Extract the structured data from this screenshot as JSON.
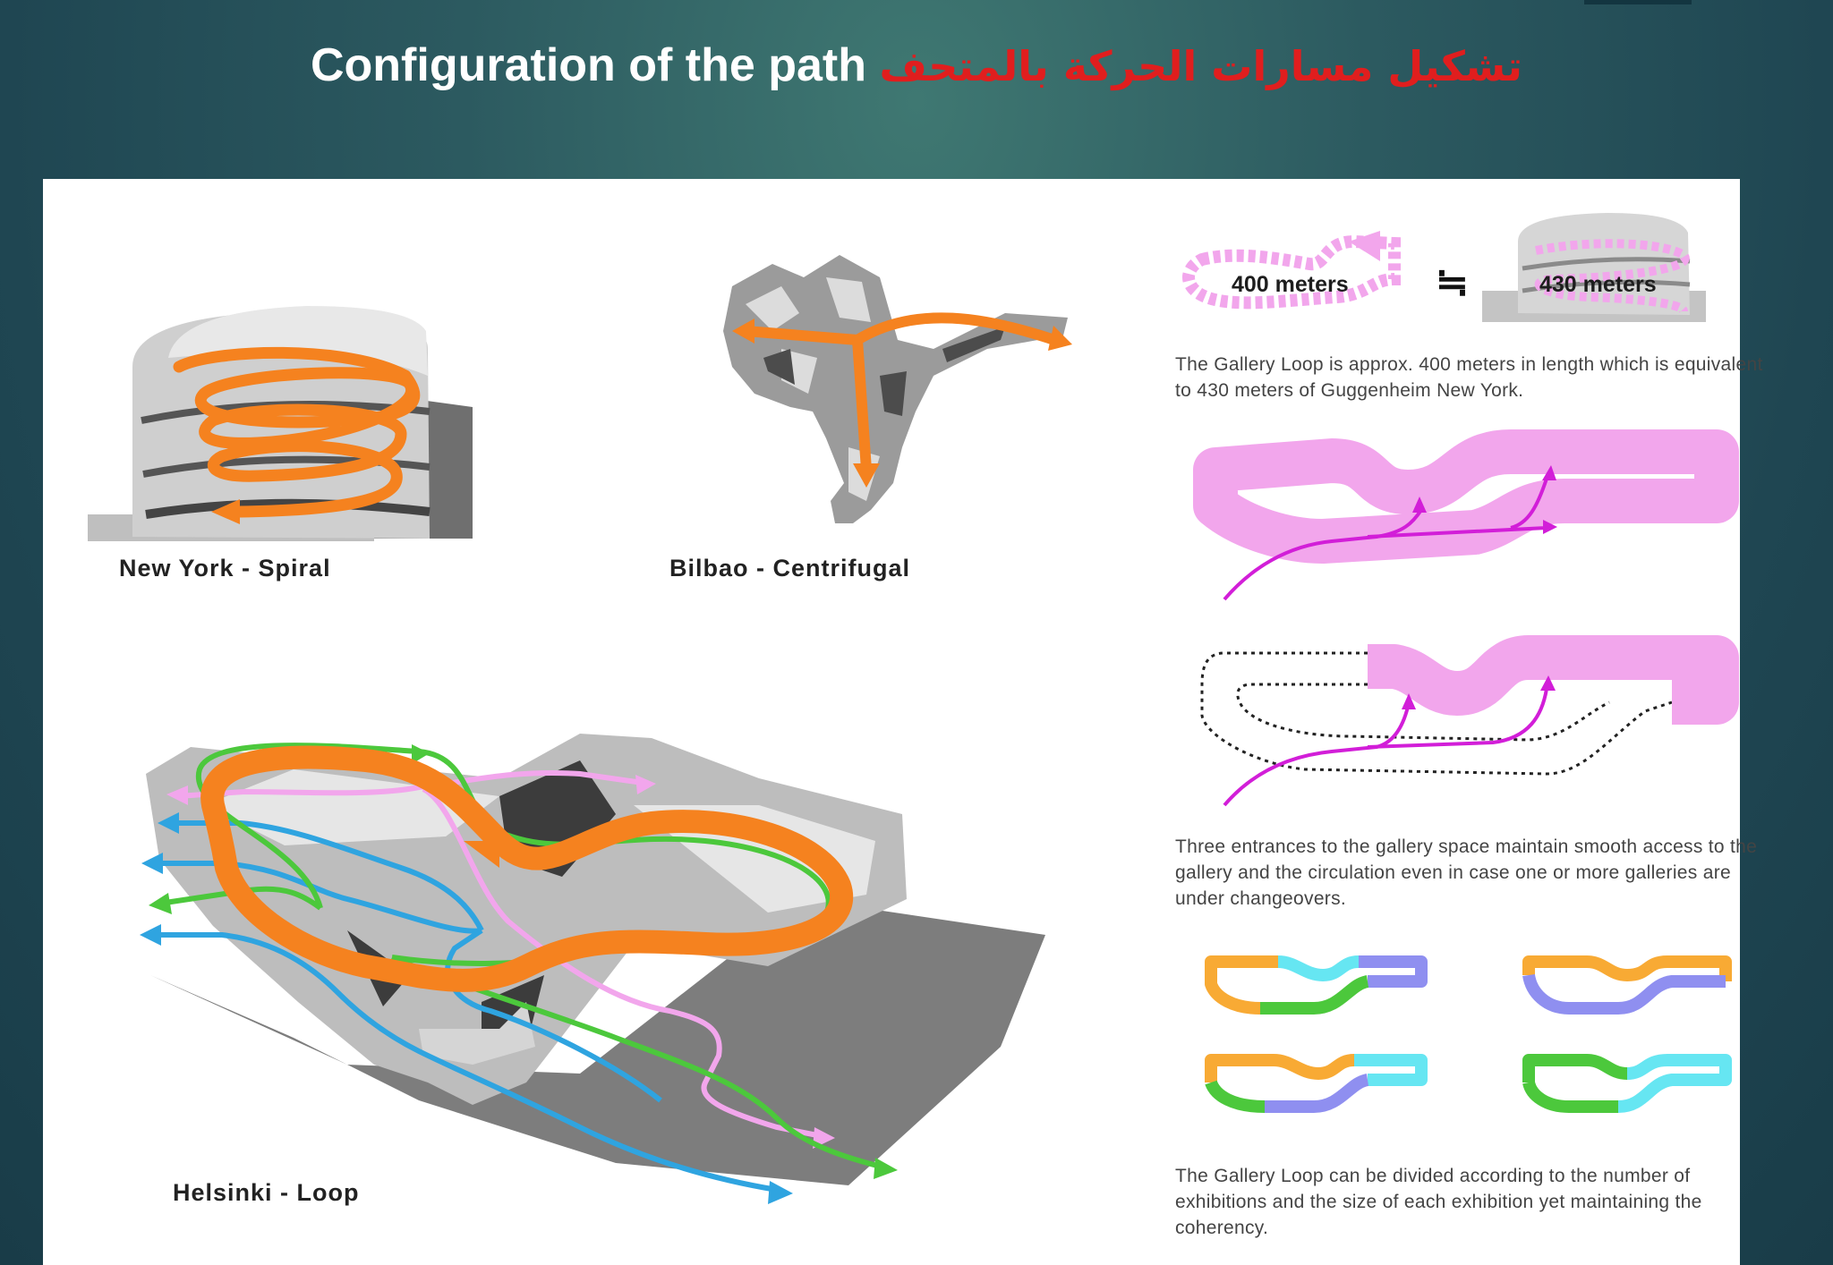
{
  "header": {
    "title_en": "Configuration of the path",
    "title_ar": "تشكيل مسارات الحركة بالمتحف"
  },
  "panels": {
    "new_york": {
      "label": "New York - Spiral"
    },
    "bilbao": {
      "label": "Bilbao - Centrifugal"
    },
    "helsinki": {
      "label": "Helsinki - Loop"
    }
  },
  "comparison": {
    "left_value": "400 meters",
    "right_value": "430 meters",
    "symbol": "≒",
    "caption": "The Gallery Loop is approx. 400 meters in length which is equivalent to 430 meters of Guggenheim New York."
  },
  "entrances": {
    "caption": "Three entrances to the gallery space maintain smooth access to the gallery and the circulation even in case one or more galleries are under changeovers."
  },
  "division": {
    "caption": "The Gallery Loop can be divided according to the number of exhibitions and the size of each exhibition yet maintaining the coherency."
  },
  "colors": {
    "orange": "#f5821f",
    "green": "#4cc83c",
    "blue": "#2fa4e0",
    "pink": "#f2a6ec",
    "magenta": "#d21ed8",
    "violet": "#8f8ff0",
    "cyan": "#66e6f2",
    "loop_orange": "#f8aa34"
  }
}
